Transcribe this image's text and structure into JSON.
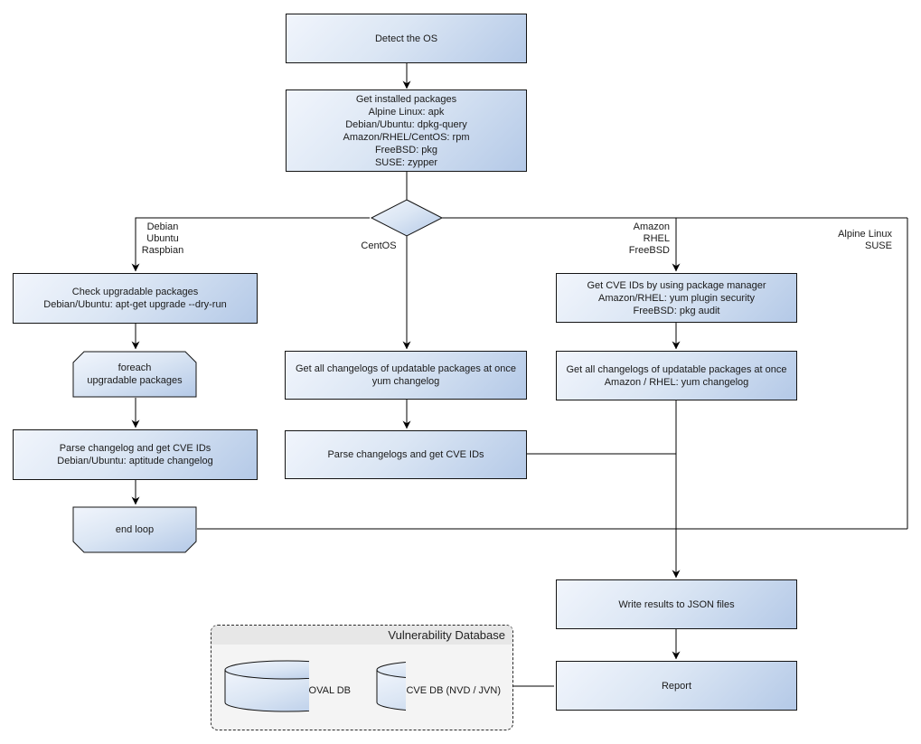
{
  "colors": {
    "node_fill_light": "#f1f5fc",
    "node_fill_dark": "#b4c9e7",
    "node_border": "#141414",
    "connector": "#000000",
    "container_fill": "#f4f4f4",
    "container_header_fill": "#e7e7e7",
    "text": "#1a1a1a"
  },
  "nodes": {
    "detect_os": {
      "label": "Detect the OS"
    },
    "get_installed_packages": {
      "lines": [
        "Get installed packages",
        "Alpine Linux: apk",
        "Debian/Ubuntu: dpkg-query",
        "Amazon/RHEL/CentOS: rpm",
        "FreeBSD: pkg",
        "SUSE: zypper"
      ]
    },
    "check_upgradable_packages": {
      "lines": [
        "Check upgradable packages",
        "Debian/Ubuntu: apt-get upgrade --dry-run"
      ]
    },
    "foreach_loop_start": {
      "lines": [
        "foreach",
        "upgradable  packages"
      ]
    },
    "parse_changelog_debian": {
      "lines": [
        "Parse changelog and get  CVE IDs",
        "Debian/Ubuntu: aptitude changelog"
      ]
    },
    "end_loop": {
      "label": "end loop"
    },
    "get_changelogs_centos": {
      "lines": [
        "Get all changelogs of updatable packages at once",
        "yum changelog"
      ]
    },
    "parse_changelogs_centos": {
      "label": "Parse changelogs and get CVE IDs"
    },
    "get_cve_ids_package_manager": {
      "lines": [
        "Get CVE IDs by using package manager",
        "Amazon/RHEL: yum plugin security",
        "FreeBSD: pkg audit"
      ]
    },
    "get_changelogs_amazon_rhel": {
      "lines": [
        "Get all changelogs of updatable packages at once",
        "Amazon / RHEL: yum changelog"
      ]
    },
    "write_results": {
      "label": "Write results to JSON files"
    },
    "report": {
      "label": "Report"
    },
    "vulnerability_database": {
      "title": "Vulnerability Database"
    },
    "oval_db": {
      "label": "OVAL DB"
    },
    "cve_db": {
      "label": "CVE DB (NVD / JVN)"
    }
  },
  "edge_labels": {
    "debian_branch": {
      "lines": [
        "Debian",
        "Ubuntu",
        "Raspbian"
      ]
    },
    "centos_branch": {
      "label": "CentOS"
    },
    "amazon_branch": {
      "lines": [
        "Amazon",
        "RHEL",
        "FreeBSD"
      ]
    },
    "alpine_branch": {
      "lines": [
        "Alpine Linux",
        "SUSE"
      ]
    }
  }
}
